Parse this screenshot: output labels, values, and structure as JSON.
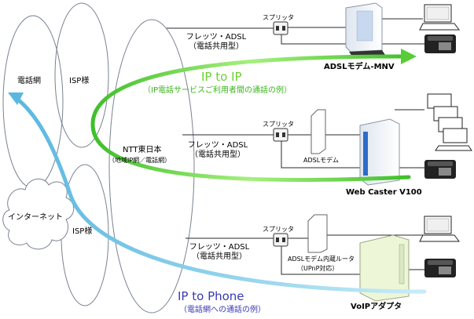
{
  "networks": {
    "telephone": "電話網",
    "isp_top": "ISP様",
    "ntt_name": "NTT東日本",
    "ntt_sub": "（地域IP網／電話網）",
    "internet": "インターネット",
    "isp_bottom": "ISP様"
  },
  "lines": [
    {
      "service": "フレッツ・ADSL",
      "type": "（電話共用型）",
      "splitter": "スプリッタ"
    },
    {
      "service": "フレッツ・ADSL",
      "type": "（電話共用型）",
      "splitter": "スプリッタ"
    },
    {
      "service": "フレッツ・ADSL",
      "type": "（電話共用型）",
      "splitter": "スプリッタ"
    }
  ],
  "devices": {
    "adsl_mnv": "ADSLモデム-MNV",
    "adsl_modem": "ADSLモデム",
    "web_caster": "Web Caster V100",
    "router_line1": "ADSLモデム内蔵ルータ",
    "router_line2": "（UPnP対応）",
    "voip": "VoIPアダプタ"
  },
  "flows": {
    "ip_to_ip": {
      "title": "IP to IP",
      "subtitle": "（IP電話サービスご利用者間の通話の例）",
      "color": "#7ed957"
    },
    "ip_to_phone": {
      "title": "IP to Phone",
      "subtitle": "（電話網への通話の例）",
      "color": "#a8dcef"
    }
  }
}
